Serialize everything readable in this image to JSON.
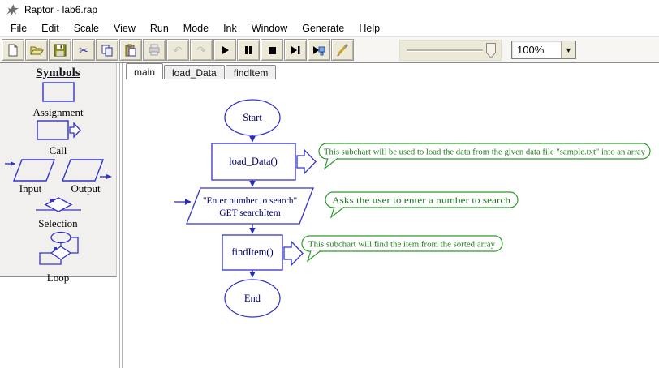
{
  "window": {
    "title": "Raptor - lab6.rap"
  },
  "menu": {
    "items": [
      {
        "label": "File"
      },
      {
        "label": "Edit"
      },
      {
        "label": "Scale"
      },
      {
        "label": "View"
      },
      {
        "label": "Run"
      },
      {
        "label": "Mode"
      },
      {
        "label": "Ink"
      },
      {
        "label": "Window"
      },
      {
        "label": "Generate"
      },
      {
        "label": "Help"
      }
    ]
  },
  "toolbar": {
    "buttons": [
      {
        "icon": "new-file-icon"
      },
      {
        "icon": "open-file-icon"
      },
      {
        "icon": "save-icon"
      },
      {
        "icon": "cut-icon"
      },
      {
        "icon": "copy-icon"
      },
      {
        "icon": "paste-icon"
      },
      {
        "icon": "print-icon",
        "disabled": true
      },
      {
        "icon": "undo-icon",
        "disabled": true
      },
      {
        "icon": "redo-icon",
        "disabled": true
      },
      {
        "icon": "play-icon"
      },
      {
        "icon": "pause-icon"
      },
      {
        "icon": "stop-icon"
      },
      {
        "icon": "step-icon"
      },
      {
        "icon": "step-over-icon"
      },
      {
        "icon": "ink-pen-icon"
      }
    ],
    "zoom_value": "100%"
  },
  "sidebar": {
    "title": "Symbols",
    "symbols": [
      {
        "label": "Assignment"
      },
      {
        "label": "Call"
      },
      {
        "label": "Input"
      },
      {
        "label": "Output"
      },
      {
        "label": "Selection"
      },
      {
        "label": "Loop"
      }
    ]
  },
  "tabs": [
    {
      "label": "main",
      "active": true
    },
    {
      "label": "load_Data",
      "active": false
    },
    {
      "label": "findItem",
      "active": false
    }
  ],
  "flowchart": {
    "start_label": "Start",
    "end_label": "End",
    "call1_label": "load_Data()",
    "call1_comment": "This subchart will be used to load the data from the given data file \"sample.txt\" into an array",
    "input_line1": "\"Enter number to search\"",
    "input_line2": "GET searchItem",
    "input_comment": "Asks the user to enter a number to search",
    "call2_label": "findItem()",
    "call2_comment": "This subchart will find the item from the sorted array"
  },
  "colors": {
    "shape_blue": "#3333cc",
    "shape_text_navy": "#00006e",
    "comment_green_border": "#2e9b2e",
    "comment_green_text": "#1f7a1f"
  }
}
